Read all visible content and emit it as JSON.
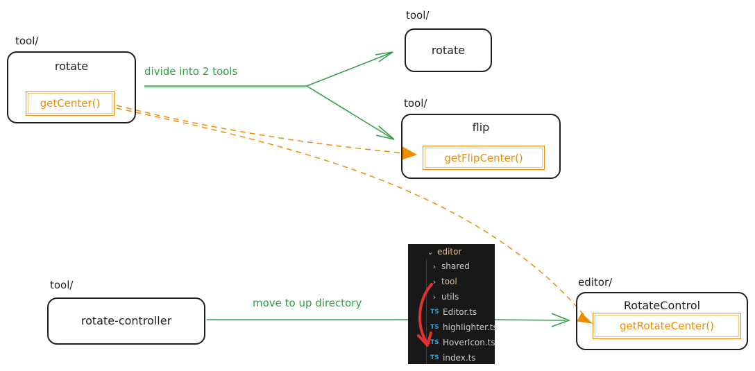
{
  "colors": {
    "stroke": "#1e1e1e",
    "green": "#2f9e44",
    "orange": "#f08c00",
    "red": "#e03131"
  },
  "before": {
    "rotate": {
      "folder_label": "tool/",
      "title": "rotate",
      "function": "getCenter()"
    },
    "rotate_controller": {
      "folder_label": "tool/",
      "title": "rotate-controller"
    }
  },
  "after": {
    "rotate": {
      "folder_label": "tool/",
      "title": "rotate"
    },
    "flip": {
      "folder_label": "tool/",
      "title": "flip",
      "function": "getFlipCenter()"
    },
    "rotate_control": {
      "folder_label": "editor/",
      "title": "RotateControl",
      "function": "getRotateCenter()"
    }
  },
  "annotations": {
    "split_note": "divide into 2 tools",
    "move_note": "move to up directory"
  },
  "explorer": {
    "items": [
      {
        "name": "editor",
        "kind": "folder-open",
        "icon": "chevron-down-icon"
      },
      {
        "name": "shared",
        "kind": "folder",
        "icon": "chevron-right-icon"
      },
      {
        "name": "tool",
        "kind": "folder",
        "icon": "chevron-right-icon"
      },
      {
        "name": "utils",
        "kind": "folder",
        "icon": "chevron-right-icon"
      },
      {
        "name": "Editor.ts",
        "kind": "file",
        "icon": "TS"
      },
      {
        "name": "highlighter.ts",
        "kind": "file",
        "icon": "TS"
      },
      {
        "name": "HoverIcon.ts",
        "kind": "file",
        "icon": "TS"
      },
      {
        "name": "index.ts",
        "kind": "file",
        "icon": "TS"
      }
    ]
  }
}
